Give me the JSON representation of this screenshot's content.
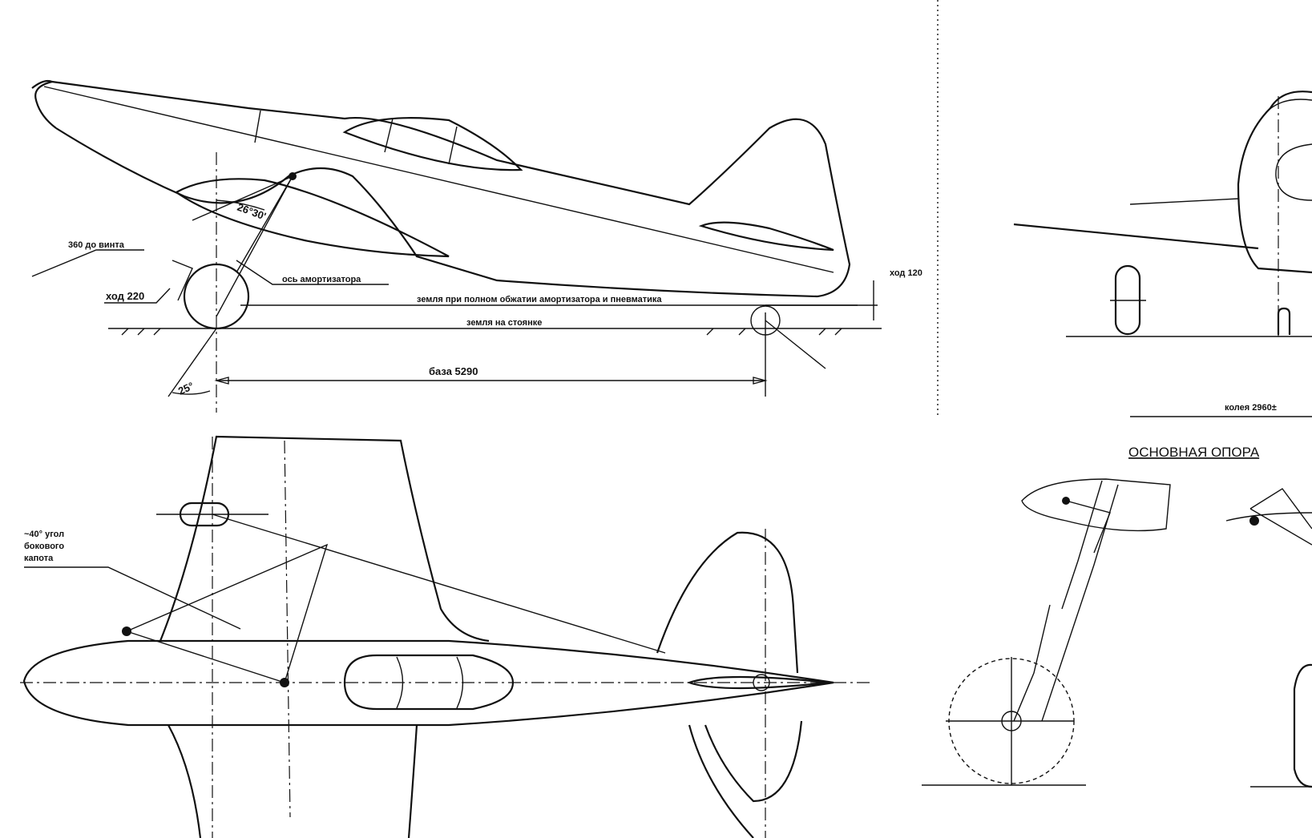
{
  "labels": {
    "propeller_clearance": "360 до винта",
    "stroke_main": "ход 220",
    "shock_axis": "ось амортизатора",
    "angle_shock": "26°30'",
    "angle_ground": "25°",
    "ground_compressed": "земля при полном обжатии амортизатора и пневматика",
    "ground_parked": "земля на стоянке",
    "wheelbase": "база 5290",
    "stroke_tail": "ход 120",
    "track": "колея 2960±",
    "main_gear_title": "ОСНОВНАЯ ОПОРА",
    "cowling_angle_1": "~40° угол",
    "cowling_angle_2": "бокового",
    "cowling_angle_3": "капота"
  },
  "colors": {
    "ink": "#111111",
    "paper": "#ffffff"
  }
}
